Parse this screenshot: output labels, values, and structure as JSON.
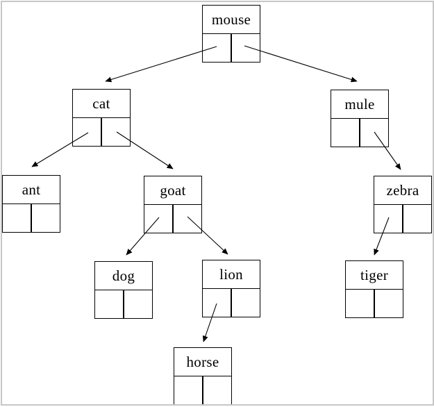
{
  "frame": {
    "background_color": "#ffffff",
    "border_color": "#c6c6c6",
    "line_color": "#000000"
  },
  "diagram": {
    "type": "binary-tree",
    "root": "mouse",
    "nodes": [
      {
        "label": "mouse",
        "left_child": "cat",
        "right_child": "mule"
      },
      {
        "label": "cat",
        "left_child": "ant",
        "right_child": "goat"
      },
      {
        "label": "mule",
        "left_child": null,
        "right_child": "zebra"
      },
      {
        "label": "ant",
        "left_child": null,
        "right_child": null
      },
      {
        "label": "goat",
        "left_child": "dog",
        "right_child": "lion"
      },
      {
        "label": "zebra",
        "left_child": "tiger",
        "right_child": null
      },
      {
        "label": "dog",
        "left_child": null,
        "right_child": null
      },
      {
        "label": "lion",
        "left_child": "horse",
        "right_child": null
      },
      {
        "label": "tiger",
        "left_child": null,
        "right_child": null
      },
      {
        "label": "horse",
        "left_child": null,
        "right_child": null
      }
    ],
    "edges": [
      {
        "from": "mouse",
        "pointer": "left",
        "to": "cat"
      },
      {
        "from": "mouse",
        "pointer": "right",
        "to": "mule"
      },
      {
        "from": "cat",
        "pointer": "left",
        "to": "ant"
      },
      {
        "from": "cat",
        "pointer": "right",
        "to": "goat"
      },
      {
        "from": "goat",
        "pointer": "left",
        "to": "dog"
      },
      {
        "from": "goat",
        "pointer": "right",
        "to": "lion"
      },
      {
        "from": "lion",
        "pointer": "left",
        "to": "horse"
      },
      {
        "from": "mule",
        "pointer": "right",
        "to": "zebra"
      },
      {
        "from": "zebra",
        "pointer": "left",
        "to": "tiger"
      }
    ]
  }
}
